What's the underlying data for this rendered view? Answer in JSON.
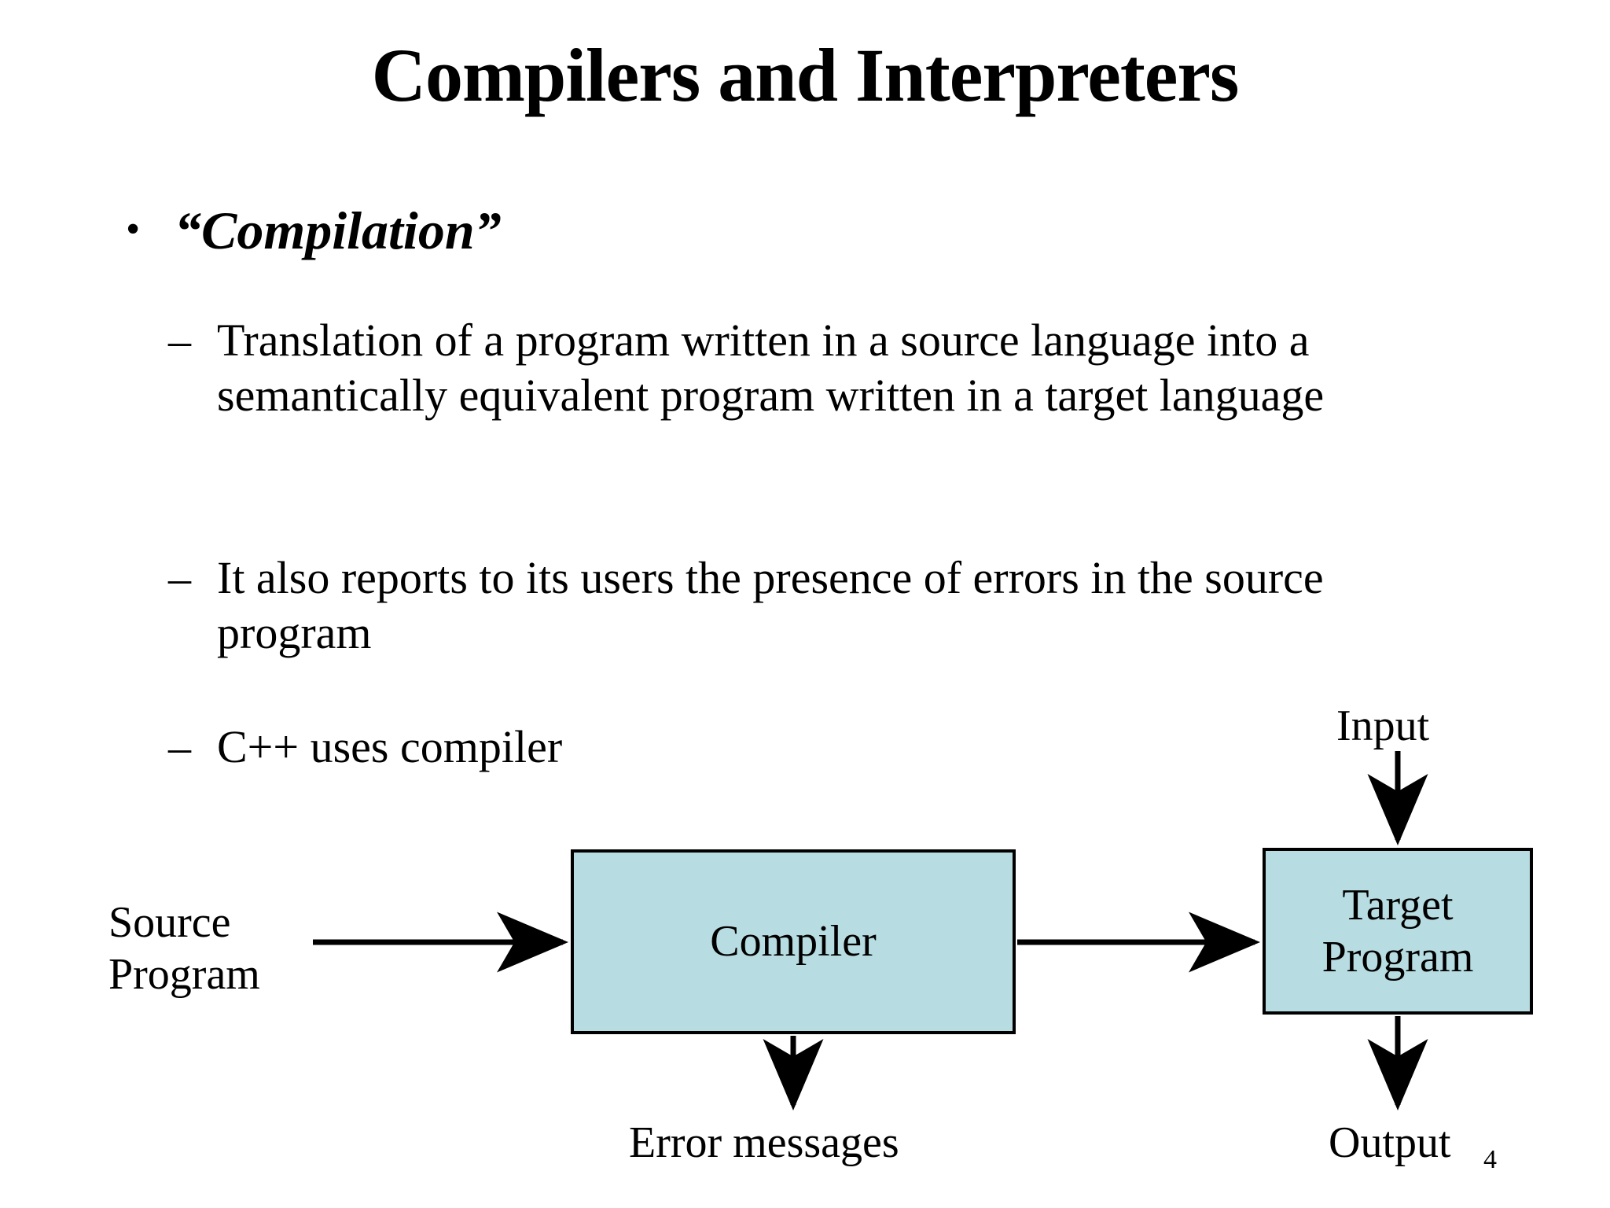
{
  "slide": {
    "title": "Compilers and Interpreters",
    "page_number": "4",
    "accent_color": "#b7dce1",
    "text_color": "#000000",
    "background_color": "#ffffff"
  },
  "body": {
    "bullets": [
      {
        "level": 1,
        "marker": "•",
        "text": "“Compilation”"
      },
      {
        "level": 2,
        "marker": "–",
        "text": "Translation of a program written in a source language into a semantically equivalent program written in a target language"
      },
      {
        "level": 2,
        "marker": "–",
        "text": "It also reports to its users the presence of errors in the source program"
      },
      {
        "level": 2,
        "marker": "–",
        "text": "C++ uses compiler"
      }
    ]
  },
  "diagram": {
    "boxes": [
      {
        "id": "compiler",
        "label": "Compiler"
      },
      {
        "id": "target",
        "label": "Target\nProgram"
      }
    ],
    "labels": {
      "source_program": "Source\nProgram",
      "input": "Input",
      "error_messages": "Error messages",
      "output": "Output"
    },
    "arrows": [
      {
        "from": "source-program-label",
        "to": "compiler-box",
        "direction": "right"
      },
      {
        "from": "compiler-box",
        "to": "target-program-box",
        "direction": "right"
      },
      {
        "from": "compiler-box",
        "to": "error-messages-label",
        "direction": "down"
      },
      {
        "from": "input-label",
        "to": "target-program-box",
        "direction": "down"
      },
      {
        "from": "target-program-box",
        "to": "output-label",
        "direction": "down"
      }
    ]
  }
}
